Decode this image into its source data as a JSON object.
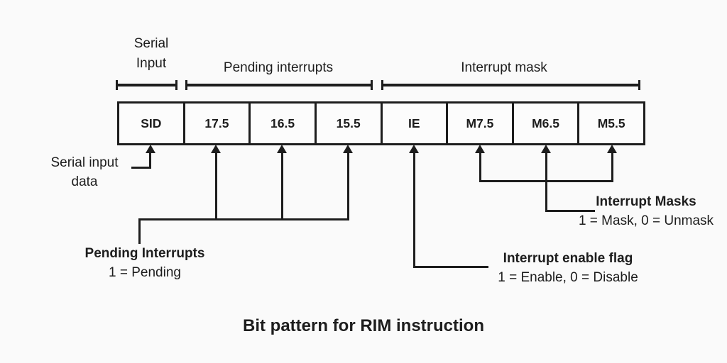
{
  "diagram": {
    "title": "Bit pattern for RIM instruction",
    "colors": {
      "ink": "#1d1d1d",
      "background": "#fafafa"
    },
    "brackets": [
      {
        "label": "Serial Input"
      },
      {
        "label": "Pending interrupts"
      },
      {
        "label": "Interrupt mask"
      }
    ],
    "register": {
      "cells": [
        {
          "label": "SID"
        },
        {
          "label": "17.5"
        },
        {
          "label": "16.5"
        },
        {
          "label": "15.5"
        },
        {
          "label": "IE"
        },
        {
          "label": "M7.5"
        },
        {
          "label": "M6.5"
        },
        {
          "label": "M5.5"
        }
      ]
    },
    "annotations": {
      "serial": {
        "label": "Serial input data"
      },
      "pending": {
        "title": "Pending Interrupts",
        "legend": "1 = Pending"
      },
      "ie": {
        "title": "Interrupt enable flag",
        "legend": "1 = Enable, 0 = Disable"
      },
      "masks": {
        "title": "Interrupt Masks",
        "legend": "1 = Mask, 0 = Unmask"
      }
    }
  }
}
